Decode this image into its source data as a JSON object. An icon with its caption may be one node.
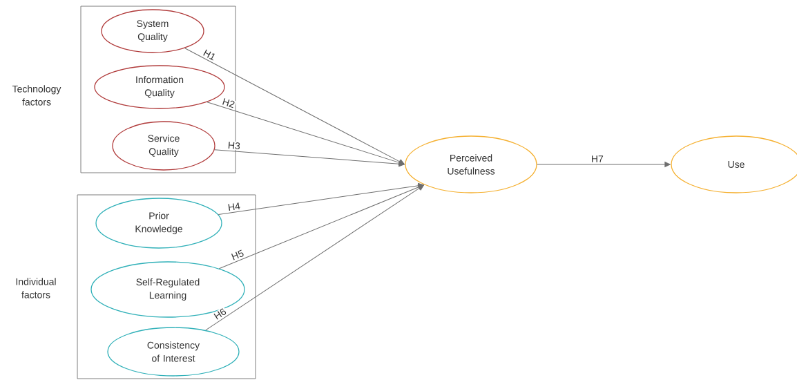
{
  "diagram": {
    "nodes": [
      {
        "text": [
          "Technology factors"
        ]
      },
      {
        "text": [
          "System Quality"
        ],
        "in": 0
      },
      {
        "text": [
          "Information Quality"
        ],
        "in": 0
      },
      {
        "text": [
          "Service Quality"
        ],
        "in": 0
      },
      {
        "text": [
          "Individual factors"
        ]
      },
      {
        "text": [
          "Prior Knowledge"
        ],
        "in": 4
      },
      {
        "text": [
          "Self-Regulated Learning"
        ],
        "in": 4
      },
      {
        "text": [
          "Consistency of Interest"
        ],
        "in": 4
      },
      {
        "text": [
          "Perceived Usefulness"
        ]
      },
      {
        "text": [
          "Use"
        ]
      }
    ],
    "edges": [
      {
        "from": 1,
        "to": 8,
        "arrow": "to",
        "label": "H1"
      },
      {
        "from": 2,
        "to": 8,
        "arrow": "to",
        "label": "H2"
      },
      {
        "from": 3,
        "to": 8,
        "arrow": "to",
        "label": "H3"
      },
      {
        "from": 5,
        "to": 8,
        "arrow": "to",
        "label": "H4"
      },
      {
        "from": 6,
        "to": 8,
        "arrow": "to",
        "label": "H5"
      },
      {
        "from": 7,
        "to": 8,
        "arrow": "to",
        "label": "H6"
      },
      {
        "from": 8,
        "to": 9,
        "arrow": "to",
        "label": "H7"
      }
    ]
  }
}
